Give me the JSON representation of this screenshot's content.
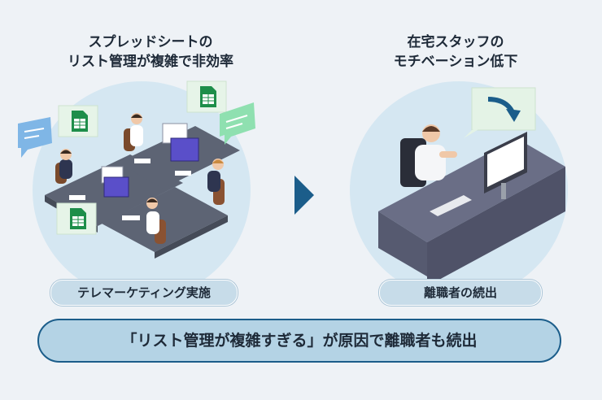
{
  "left": {
    "heading_line1": "スプレッドシートの",
    "heading_line2": "リスト管理が複雑で非効率",
    "caption": "テレマーケティング実施"
  },
  "right": {
    "heading_line1": "在宅スタッフの",
    "heading_line2": "モチベーション低下",
    "caption": "離職者の続出"
  },
  "bottom": {
    "message": "「リスト管理が複雑すぎる」が原因で離職者も続出"
  },
  "colors": {
    "background": "#eef2f6",
    "circle": "#d5e7f2",
    "accent": "#1b5d8a",
    "pill": "#c7dce9",
    "bar": "#b4d3e5"
  },
  "icons": [
    "spreadsheet-icon",
    "chat-bubble-icon",
    "down-arrow-icon"
  ]
}
